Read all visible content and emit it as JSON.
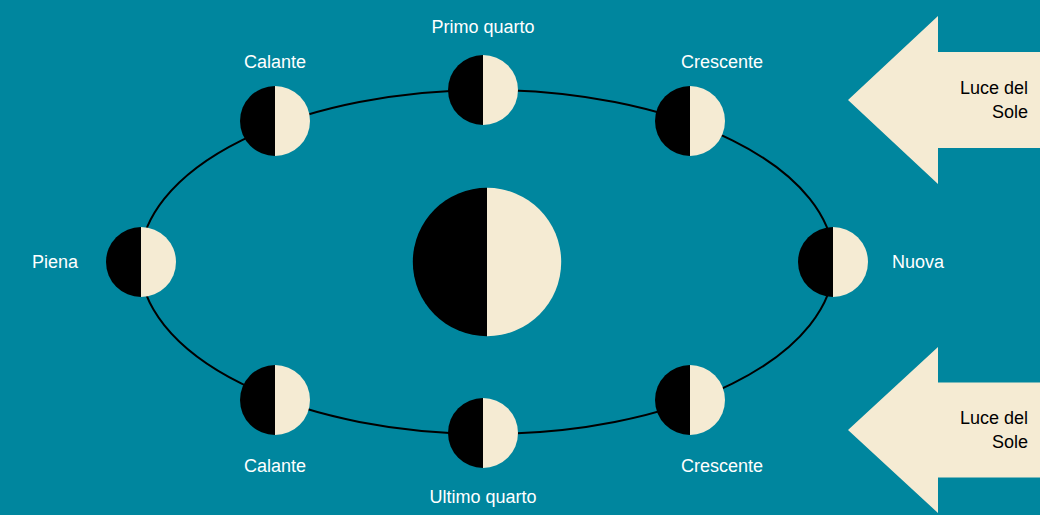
{
  "diagram": {
    "nodes": [
      {
        "text": [
          "Luce del Sole"
        ]
      },
      {
        "text": [
          "Luce del Sole"
        ]
      }
    ],
    "labels": [
      "Primo quarto",
      "Calante",
      "Crescente",
      "Piena",
      "Nuova",
      "Calante",
      "Crescente",
      "Ultimo quarto"
    ]
  }
}
